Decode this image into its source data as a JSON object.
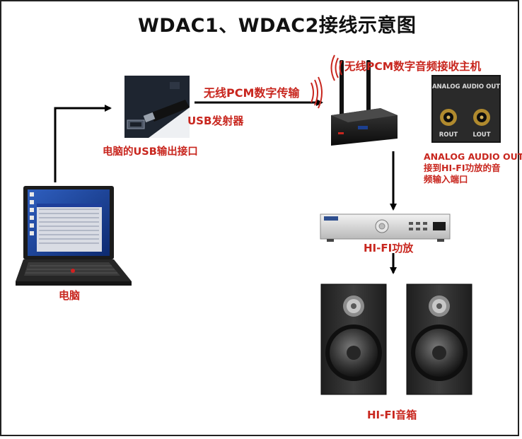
{
  "title": "WDAC1、WDAC2接线示意图",
  "labels": {
    "wireless_transfer": "无线PCM数字传输",
    "receiver": "无线PCM数字音频接收主机",
    "usb_transmitter": "USB发射器",
    "pc_usb_port": "电脑的USB输出接口",
    "computer": "电脑",
    "hifi_amp": "HI-FI功放",
    "hifi_speakers": "HI-FI音箱",
    "analog_note": [
      "ANALOG AUDIO OUT",
      "接到HI-FI功放的音",
      "频输入端口"
    ]
  },
  "panel": {
    "header": "ANALOG AUDIO OUT",
    "rout": "ROUT",
    "lout": "LOUT"
  },
  "colors": {
    "label_red": "#c8261e",
    "title": "#111111"
  }
}
